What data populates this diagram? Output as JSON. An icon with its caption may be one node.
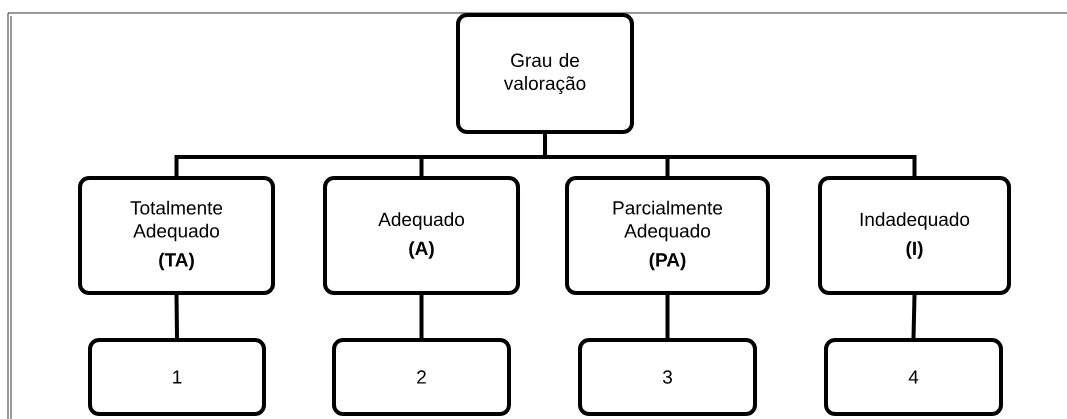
{
  "diagram": {
    "nodes": [
      {
        "text": [
          "Grau de valoração"
        ]
      },
      {
        "text": [
          "Totalmente Adequado",
          "(TA)"
        ]
      },
      {
        "text": [
          "Adequado",
          "(A)"
        ]
      },
      {
        "text": [
          "Parcialmente Adequado",
          "(PA)"
        ]
      },
      {
        "text": [
          "Indadequado",
          "(I)"
        ]
      },
      {
        "text": [
          "1"
        ]
      },
      {
        "text": [
          "2"
        ]
      },
      {
        "text": [
          "3"
        ]
      },
      {
        "text": [
          "4"
        ]
      }
    ],
    "edges": [
      {
        "from": 0,
        "to": 1,
        "arrow": "none"
      },
      {
        "from": 0,
        "to": 2,
        "arrow": "none"
      },
      {
        "from": 0,
        "to": 3,
        "arrow": "none"
      },
      {
        "from": 0,
        "to": 4,
        "arrow": "none"
      },
      {
        "from": 1,
        "to": 5,
        "arrow": "none"
      },
      {
        "from": 2,
        "to": 6,
        "arrow": "none"
      },
      {
        "from": 3,
        "to": 7,
        "arrow": "none"
      },
      {
        "from": 4,
        "to": 8,
        "arrow": "none"
      }
    ]
  }
}
